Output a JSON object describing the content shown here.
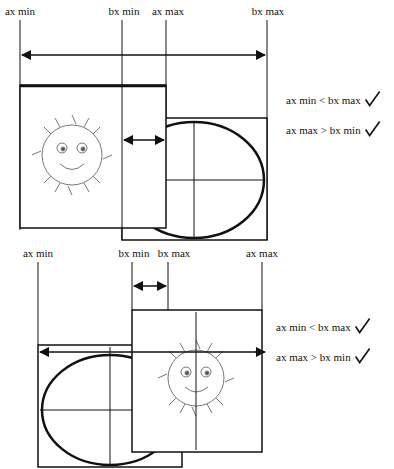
{
  "diagram": {
    "labels": [
      "ax min",
      "bx min",
      "ax max",
      "bx max",
      "ax min < bx max",
      "ax max > bx min",
      "ax min",
      "bx min",
      "bx max",
      "ax max",
      "ax min < bx max",
      "ax max > bx min"
    ]
  }
}
